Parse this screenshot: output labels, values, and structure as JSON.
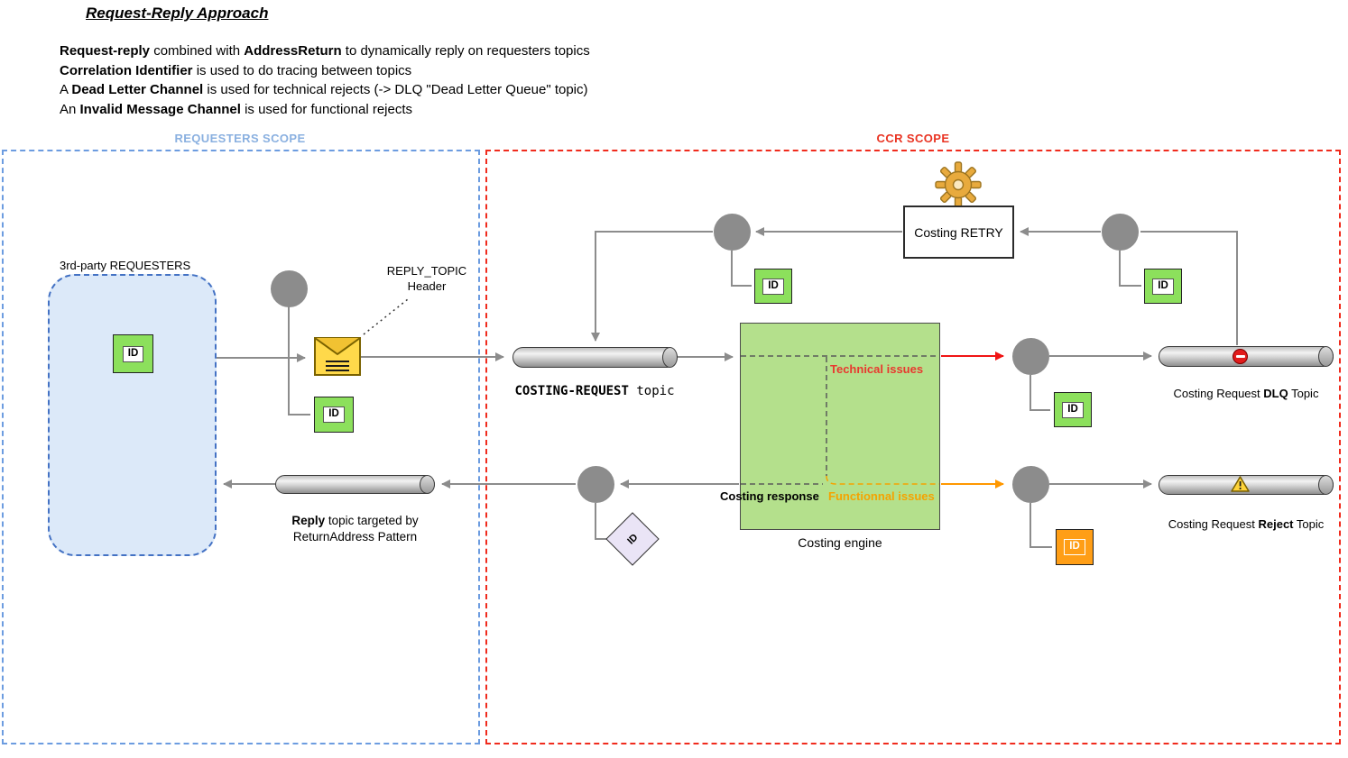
{
  "header": {
    "title": "Request-Reply Approach",
    "lines": [
      {
        "segments": [
          {
            "t": "Request-reply",
            "b": true
          },
          {
            "t": " combined with ",
            "b": false
          },
          {
            "t": "AddressReturn",
            "b": true
          },
          {
            "t": " to dynamically reply on requesters topics",
            "b": false
          }
        ]
      },
      {
        "segments": [
          {
            "t": "Correlation Identifier",
            "b": true
          },
          {
            "t": " is used to do tracing between topics",
            "b": false
          }
        ]
      },
      {
        "segments": [
          {
            "t": "A ",
            "b": false
          },
          {
            "t": "Dead Letter Channel",
            "b": true
          },
          {
            "t": " is used for technical rejects (-> DLQ \"Dead Letter Queue\" topic)",
            "b": false
          }
        ]
      },
      {
        "segments": [
          {
            "t": "An ",
            "b": false
          },
          {
            "t": "Invalid Message Channel",
            "b": true
          },
          {
            "t": " is used for functional rejects",
            "b": false
          }
        ]
      }
    ]
  },
  "scopes": {
    "requesters_label": "REQUESTERS SCOPE",
    "ccr_label": "CCR SCOPE"
  },
  "requesters": {
    "group_label": "3rd-party REQUESTERS",
    "reply_note_line1": "REPLY_TOPIC",
    "reply_note_line2": "Header",
    "reply_pipe_line1_segments": [
      {
        "t": "Reply",
        "b": true
      },
      {
        "t": " topic targeted by",
        "b": false
      }
    ],
    "reply_pipe_line2": "ReturnAddress Pattern"
  },
  "ccr": {
    "retry_label": "Costing RETRY",
    "costing_request_segments": [
      {
        "t": "COSTING-REQUEST",
        "b": true
      },
      {
        "t": " topic",
        "b": false
      }
    ],
    "engine_label": "Costing engine",
    "technical_label": "Technical issues",
    "functional_label": "Functionnal issues",
    "response_label": "Costing response",
    "dlq_label_segments": [
      {
        "t": "Costing Request ",
        "b": false
      },
      {
        "t": "DLQ",
        "b": true
      },
      {
        "t": " Topic",
        "b": false
      }
    ],
    "reject_label_segments": [
      {
        "t": "Costing Request ",
        "b": false
      },
      {
        "t": "Reject",
        "b": true
      },
      {
        "t": " Topic",
        "b": false
      }
    ]
  },
  "badges": {
    "id": "ID"
  },
  "icons": {
    "gear": "⚙",
    "no_entry": "⛔",
    "warning": "⚠",
    "envelope": "✉"
  },
  "colors": {
    "requesters_scope": "#6c9ce0",
    "requesters_label": "#8ab0e0",
    "ccr_scope": "#f02b1d",
    "technical_red": "#e8392f",
    "functional_orange": "#f5a300",
    "engine_green": "#b4e08c",
    "id_green": "#8ce05c",
    "id_orange": "#ff9e16",
    "node_gray": "#8c8c8c"
  }
}
